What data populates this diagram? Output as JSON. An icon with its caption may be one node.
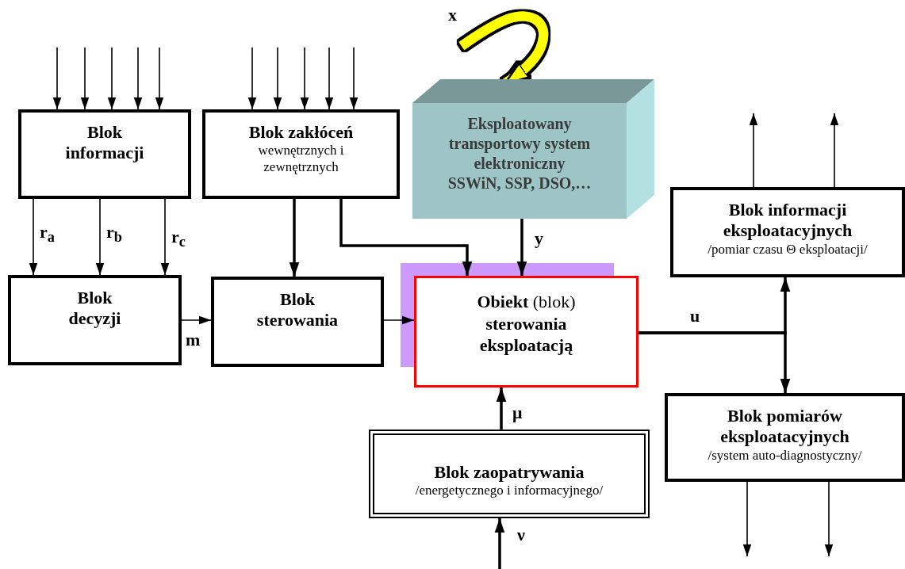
{
  "diagram": {
    "nodes": [
      {
        "text": [
          "Blok informacji"
        ]
      },
      {
        "text": [
          "Blok zakłóceń",
          "wewnętrznych i zewnętrznych"
        ]
      },
      {
        "text": [
          "Eksploatowany transportowy system elektroniczny",
          "SSWiN, SSP, DSO,…"
        ]
      },
      {
        "text": [
          "Blok decyzji"
        ]
      },
      {
        "text": [
          "Blok sterowania"
        ]
      },
      {
        "text": [
          "**Obiekt** (blok) **sterowania eksploatacją**"
        ]
      },
      {
        "text": [
          "Blok informacji eksploatacyjnych",
          "/pomiar czasu Θ eksploatacji/"
        ]
      },
      {
        "text": [
          "Blok pomiarów eksploatacyjnych",
          "/system auto-diagnostyczny/"
        ]
      },
      {
        "text": [
          "Blok zaopatrywania",
          "/energetycznego i informacyjnego/"
        ]
      }
    ],
    "edges": [
      {
        "from": null,
        "to": 0,
        "arrow": "to"
      },
      {
        "from": null,
        "to": 0,
        "arrow": "to"
      },
      {
        "from": null,
        "to": 0,
        "arrow": "to"
      },
      {
        "from": null,
        "to": 0,
        "arrow": "to"
      },
      {
        "from": null,
        "to": 0,
        "arrow": "to"
      },
      {
        "from": null,
        "to": 1,
        "arrow": "to"
      },
      {
        "from": null,
        "to": 1,
        "arrow": "to"
      },
      {
        "from": null,
        "to": 1,
        "arrow": "to"
      },
      {
        "from": null,
        "to": 1,
        "arrow": "to"
      },
      {
        "from": null,
        "to": 1,
        "arrow": "to"
      },
      {
        "from": 0,
        "to": 3,
        "arrow": "to",
        "label": "r$_{a}$"
      },
      {
        "from": 0,
        "to": 3,
        "arrow": "to",
        "label": "r$_{b}$"
      },
      {
        "from": 0,
        "to": 3,
        "arrow": "to",
        "label": "r$_{c}$"
      },
      {
        "from": 1,
        "to": 4,
        "arrow": "to",
        "style": "thick"
      },
      {
        "from": 1,
        "to": 5,
        "arrow": "to",
        "style": "thick"
      },
      {
        "from": 2,
        "to": 5,
        "arrow": "to",
        "label": "y",
        "style": "thick"
      },
      {
        "from": 3,
        "to": 4,
        "arrow": "to",
        "label": "m"
      },
      {
        "from": 4,
        "to": 5,
        "arrow": "to"
      },
      {
        "from": null,
        "to": 2,
        "arrow": "to",
        "label": "x",
        "style": "thick",
        "color": "#ffff00"
      },
      {
        "from": 5,
        "to": 6,
        "arrow": "to",
        "label": "u",
        "style": "thick"
      },
      {
        "from": 5,
        "to": 7,
        "arrow": "to",
        "style": "thick"
      },
      {
        "from": 6,
        "to": null,
        "arrow": "to"
      },
      {
        "from": 6,
        "to": null,
        "arrow": "to"
      },
      {
        "from": 7,
        "to": null,
        "arrow": "to"
      },
      {
        "from": 7,
        "to": null,
        "arrow": "to"
      },
      {
        "from": 8,
        "to": 5,
        "arrow": "to",
        "label": "μ",
        "style": "thick"
      },
      {
        "from": null,
        "to": 8,
        "arrow": "to",
        "label": "ν",
        "style": "thick"
      }
    ]
  }
}
